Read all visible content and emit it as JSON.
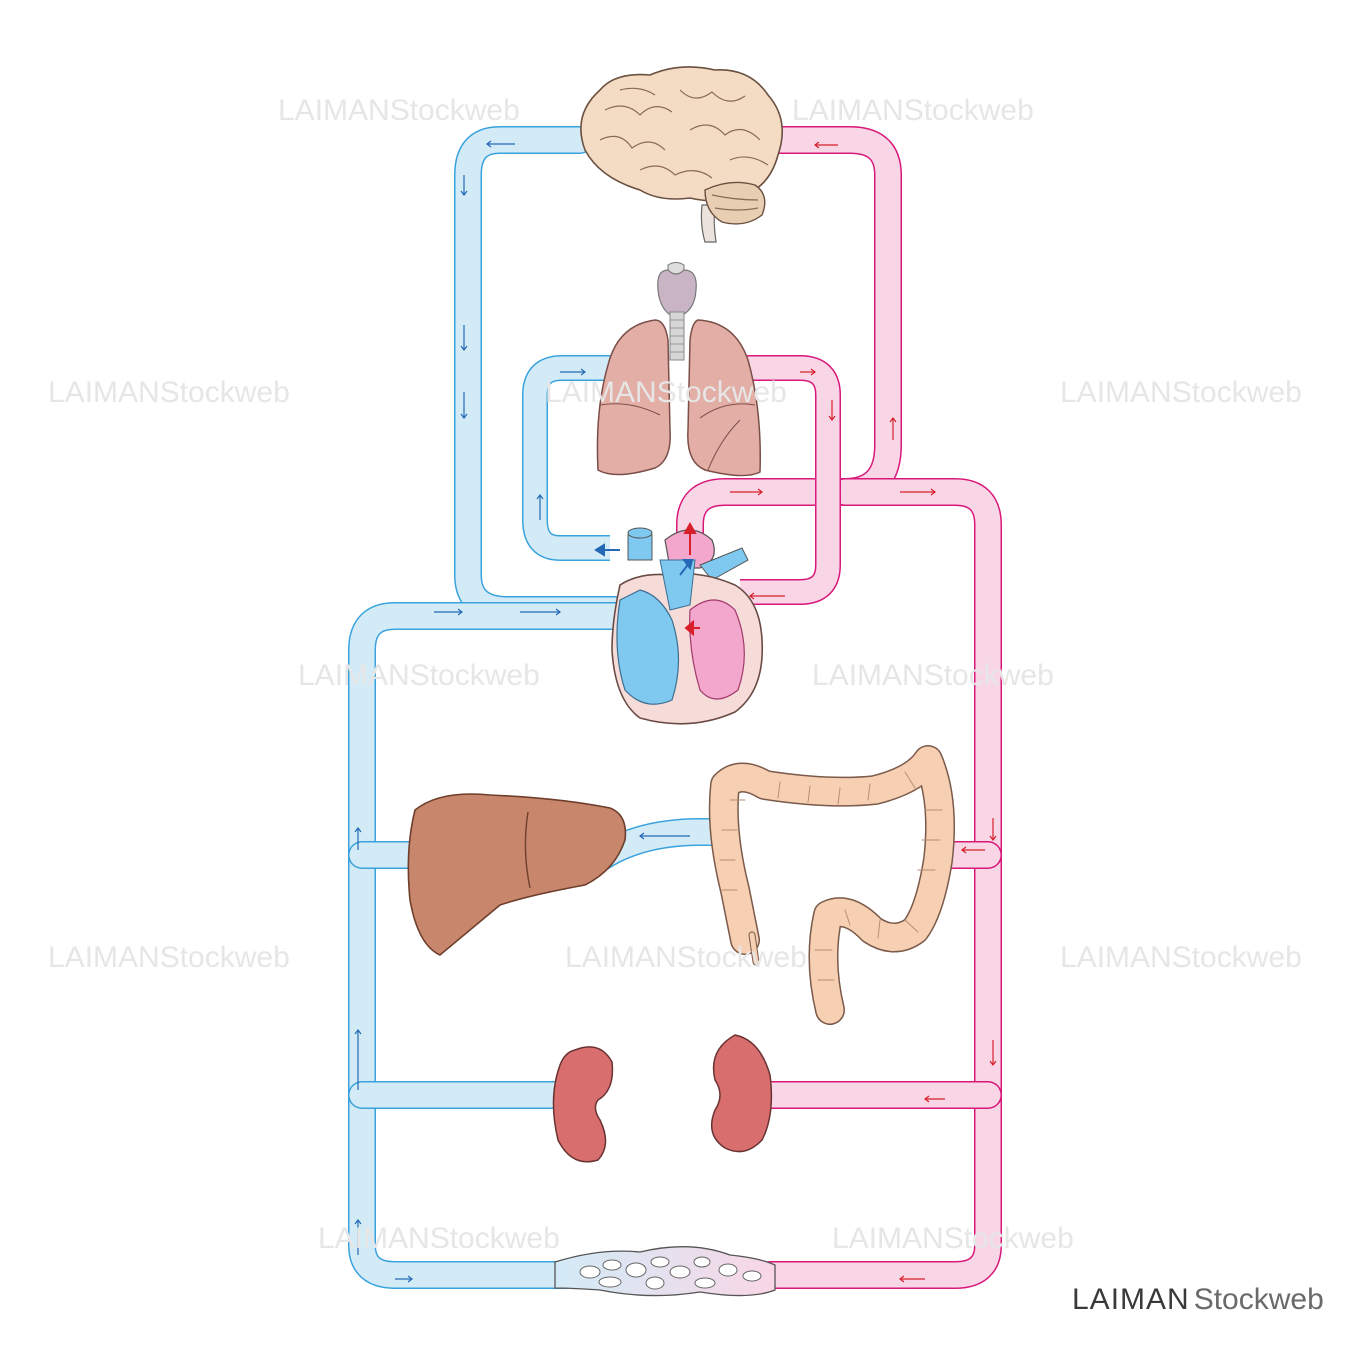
{
  "watermark": {
    "brand": "LAIMAN",
    "suffix": "Stockweb"
  },
  "logo": {
    "brand": "LAIMAN",
    "suffix": "Stockweb"
  },
  "colors": {
    "vein_fill": "#d3ebf7",
    "vein_stroke": "#3aa3dd",
    "vein_arrow": "#2369b5",
    "artery_fill": "#f9d6e6",
    "artery_stroke": "#d8187a",
    "artery_arrow": "#d81f2a",
    "brain": "#f4dcc4",
    "lung": "#e2aea6",
    "heart_blue": "#7fc8ef",
    "heart_pink": "#f4a7cc",
    "liver": "#c8876c",
    "intestine": "#f7cfb2",
    "kidney": "#d86e6e"
  },
  "organs": [
    "brain",
    "thyroid",
    "lungs",
    "heart",
    "liver",
    "large-intestine",
    "kidneys",
    "capillary-bed"
  ]
}
